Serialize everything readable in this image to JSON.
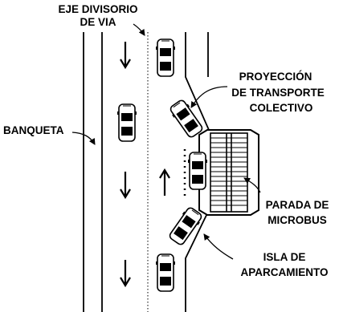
{
  "labels": {
    "median_line1": "EJE DIVISORIO",
    "median_line2": "DE VIA",
    "sidewalk": "BANQUETA",
    "projection_line1": "PROYECCIÓN",
    "projection_line2": "DE TRANSPORTE",
    "projection_line3": "COLECTIVO",
    "bus_stop_line1": "PARADA DE",
    "bus_stop_line2": "MICROBUS",
    "island_line1": "ISLA DE",
    "island_line2": "APARCAMIENTO"
  },
  "icons": {
    "car": "car-topview-icon",
    "traffic_arrow": "traffic-direction-arrow-icon",
    "leader": "leader-line"
  },
  "colors": {
    "ink": "#000000",
    "paper": "#ffffff"
  }
}
